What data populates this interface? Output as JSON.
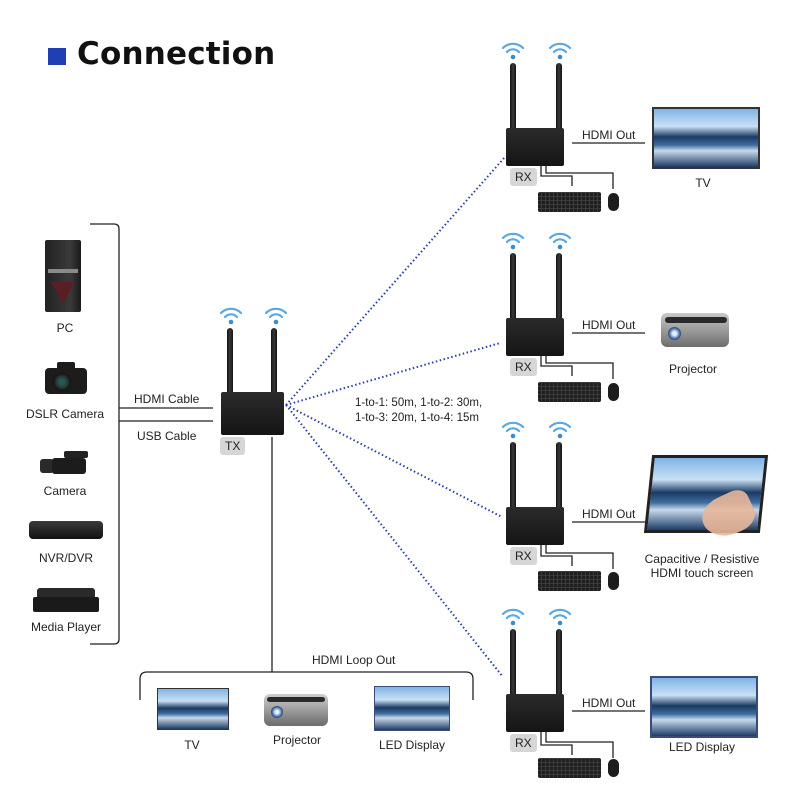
{
  "header": {
    "title": "Connection",
    "bullet_color": "#1f3fb3"
  },
  "sources": [
    {
      "label": "PC",
      "icon": "pc-tower-icon"
    },
    {
      "label": "DSLR Camera",
      "icon": "dslr-camera-icon"
    },
    {
      "label": "Camera",
      "icon": "camcorder-icon"
    },
    {
      "label": "NVR/DVR",
      "icon": "nvr-dvr-icon"
    },
    {
      "label": "Media Player",
      "icon": "media-player-icon"
    }
  ],
  "cables": {
    "hdmi": "HDMI Cable",
    "usb": "USB Cable"
  },
  "transmitter": {
    "tag": "TX"
  },
  "range_note": {
    "line1": "1-to-1: 50m, 1-to-2: 30m,",
    "line2": "1-to-3: 20m, 1-to-4: 15m"
  },
  "wireless_link_color": "#2a3fa8",
  "receivers": [
    {
      "tag": "RX",
      "out_label": "HDMI Out",
      "display": "TV"
    },
    {
      "tag": "RX",
      "out_label": "HDMI Out",
      "display": "Projector"
    },
    {
      "tag": "RX",
      "out_label": "HDMI Out",
      "display_line1": "Capacitive / Resistive",
      "display_line2": "HDMI touch screen"
    },
    {
      "tag": "RX",
      "out_label": "HDMI Out",
      "display": "LED Display"
    }
  ],
  "loop_out": {
    "label": "HDMI Loop Out",
    "displays": [
      "TV",
      "Projector",
      "LED Display"
    ]
  }
}
